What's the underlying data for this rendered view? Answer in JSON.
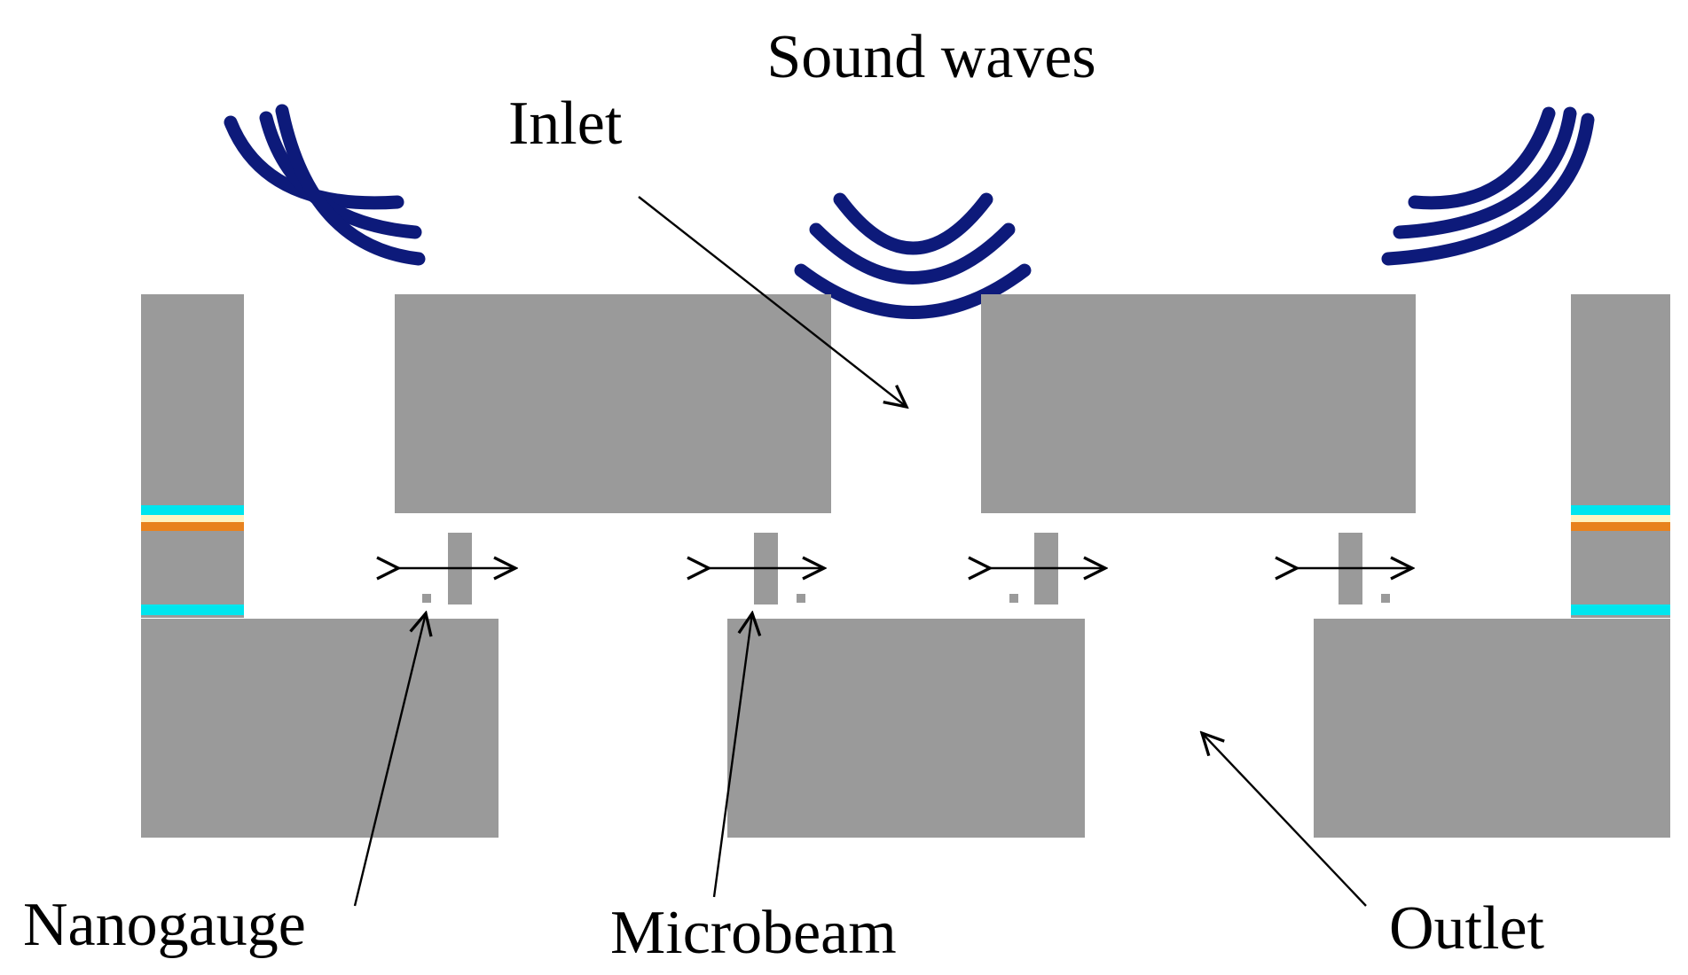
{
  "labels": {
    "sound_waves": "Sound waves",
    "inlet": "Inlet",
    "nanogauge": "Nanogauge",
    "microbeam": "Microbeam",
    "outlet": "Outlet"
  },
  "colors": {
    "block": "#9a9a9a",
    "wave": "#0d1a7a",
    "cyan_layer": "#00e5ee",
    "orange_layer": "#e8821e",
    "cream_layer": "#fff4c2",
    "arrow": "#000000"
  }
}
